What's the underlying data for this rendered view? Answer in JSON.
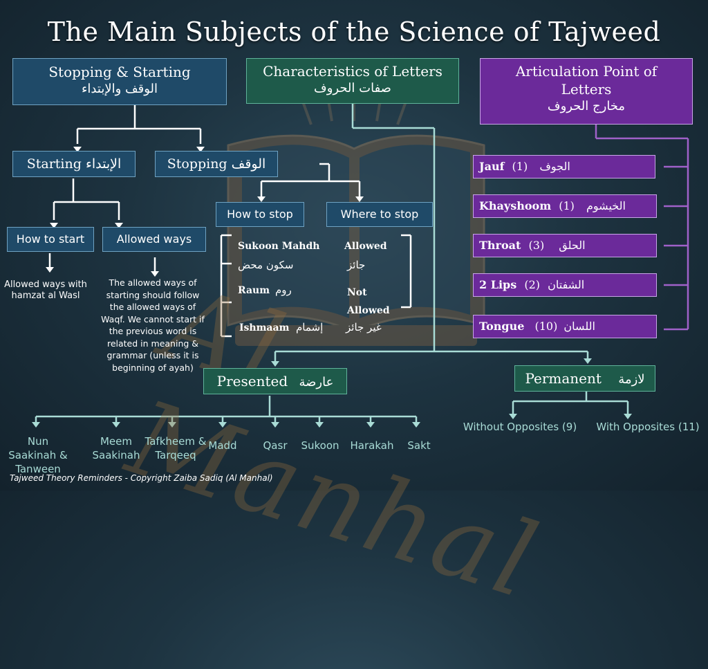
{
  "title": "The Main Subjects of the Science of Tajweed",
  "watermark_text": "Al Manhal",
  "stopping_starting": {
    "en": "Stopping & Starting",
    "ar": "الوقف والإبتداء"
  },
  "characteristics": {
    "en": "Characteristics of Letters",
    "ar": "صفات الحروف"
  },
  "articulation": {
    "en1": "Articulation Point of",
    "en2": "Letters",
    "ar": "مخارج الحروف"
  },
  "starting": {
    "en": "Starting",
    "ar": "الإبتداء"
  },
  "stopping": {
    "en": "Stopping",
    "ar": "الوقف"
  },
  "how_to_start": "How to start",
  "allowed_ways": "Allowed ways",
  "how_to_stop": "How to stop",
  "where_to_stop": "Where to stop",
  "allowed_ways_hamzat": "Allowed ways with hamzat al Wasl",
  "allowed_ways_note": "The allowed ways of starting should follow the allowed ways of Waqf. We cannot start if the previous word is related in meaning & grammar (unless it is beginning of ayah)",
  "stop_methods": [
    {
      "en": "Sukoon Mahdh",
      "ar": "سكون محض"
    },
    {
      "en": "Raum",
      "ar": "روم"
    },
    {
      "en": "Ishmaam",
      "ar": "إشمام"
    }
  ],
  "stop_places": [
    {
      "en": "Allowed",
      "ar": "جائز"
    },
    {
      "en": "Not Allowed",
      "ar": "غير جائز"
    }
  ],
  "articulation_points": [
    {
      "en": "Jauf",
      "ar": "الجوف",
      "count": "(1)"
    },
    {
      "en": "Khayshoom",
      "ar": "الخيشوم",
      "count": "(1)"
    },
    {
      "en": "Throat",
      "ar": "الحلق",
      "count": "(3)"
    },
    {
      "en": "2 Lips",
      "ar": "الشفتان",
      "count": "(2)"
    },
    {
      "en": "Tongue",
      "ar": "اللسان",
      "count": "(10)"
    }
  ],
  "presented": {
    "en": "Presented",
    "ar": "عارضة"
  },
  "permanent": {
    "en": "Permanent",
    "ar": "لازمة"
  },
  "presented_items": [
    "Nun Saakinah & Tanween",
    "Meem Saakinah",
    "Tafkheem & Tarqeeq",
    "Madd",
    "Qasr",
    "Sukoon",
    "Harakah",
    "Sakt"
  ],
  "permanent_items": [
    "Without Opposites (9)",
    "With Opposites (11)"
  ],
  "footer": "Tajweed Theory Reminders - Copyright   Zaiba Sadiq (Al Manhal)",
  "colors": {
    "blue_box": "#1f4a68",
    "green_box": "#1e5a4a",
    "purple_box": "#6b2a9a",
    "teal_line": "#a9dcd6"
  }
}
